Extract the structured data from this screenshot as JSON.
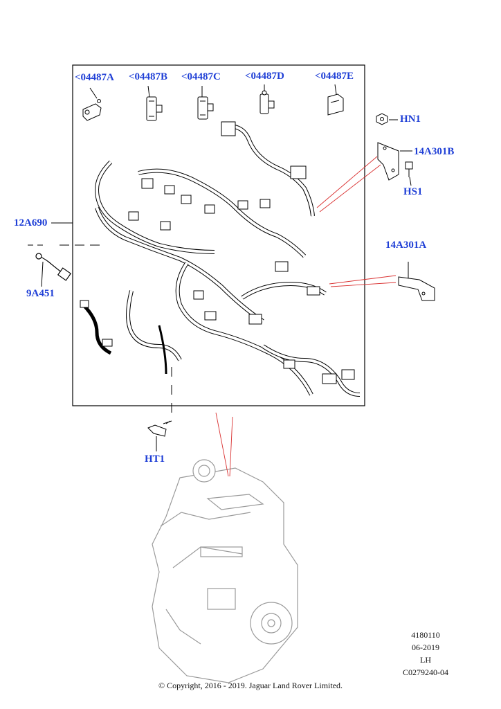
{
  "parts": {
    "p04487a": "<04487A",
    "p04487b": "<04487B",
    "p04487c": "<04487C",
    "p04487d": "<04487D",
    "p04487e": "<04487E",
    "hn1": "HN1",
    "p14a301b": "14A301B",
    "hs1": "HS1",
    "p14a301a": "14A301A",
    "p12a690": "12A690",
    "p9a451": "9A451",
    "ht1": "HT1"
  },
  "meta": {
    "code": "4180110",
    "date": "06-2019",
    "side": "LH",
    "ref": "C0279240-04"
  },
  "copyright": "© Copyright, 2016 - 2019. Jaguar Land Rover Limited.",
  "colors": {
    "callout_text": "#1f3fd6",
    "leader_line": "#d93030",
    "drawing": "#000000",
    "engine_outline": "#9a9a9a"
  },
  "icons": [
    "wiring-harness",
    "connector",
    "bracket",
    "bolt",
    "nut",
    "sensor",
    "engine"
  ]
}
